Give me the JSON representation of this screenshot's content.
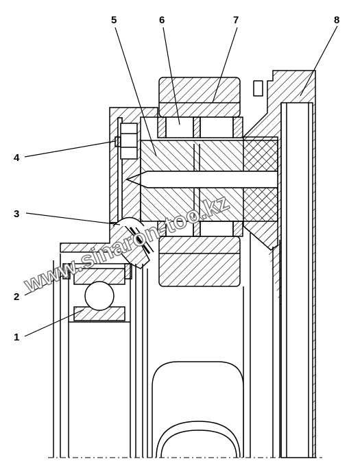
{
  "callouts": [
    {
      "id": "1",
      "label": "1"
    },
    {
      "id": "2",
      "label": "2"
    },
    {
      "id": "3",
      "label": "3"
    },
    {
      "id": "4",
      "label": "4"
    },
    {
      "id": "5",
      "label": "5"
    },
    {
      "id": "6",
      "label": "6"
    },
    {
      "id": "7",
      "label": "7"
    },
    {
      "id": "8",
      "label": "8"
    }
  ],
  "watermark": {
    "text": "www.sinaron-too.kz"
  },
  "colors": {
    "line": "#000000",
    "background": "#ffffff",
    "watermark_stroke": "#6b6b6b"
  }
}
